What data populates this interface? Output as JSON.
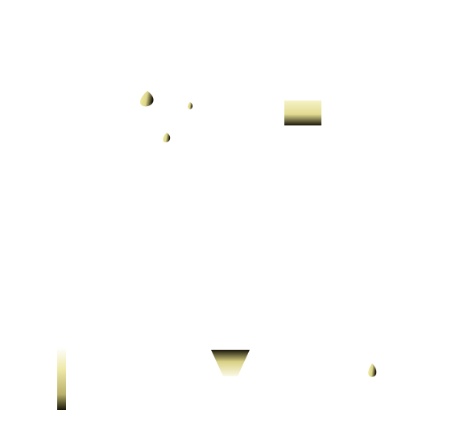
{
  "scene": {
    "background": "#ffffff",
    "gradient": {
      "light": "#f3efa8",
      "dark": "#171408"
    },
    "shapes": [
      {
        "kind": "droplet",
        "name": "droplet-large"
      },
      {
        "kind": "droplet",
        "name": "droplet-small"
      },
      {
        "kind": "droplet",
        "name": "droplet-medium"
      },
      {
        "kind": "rectangle",
        "name": "gradient-block"
      },
      {
        "kind": "bar",
        "name": "vertical-gradient-bar"
      },
      {
        "kind": "trapezoid",
        "name": "inverted-trapezoid"
      },
      {
        "kind": "droplet",
        "name": "droplet-right"
      }
    ]
  }
}
